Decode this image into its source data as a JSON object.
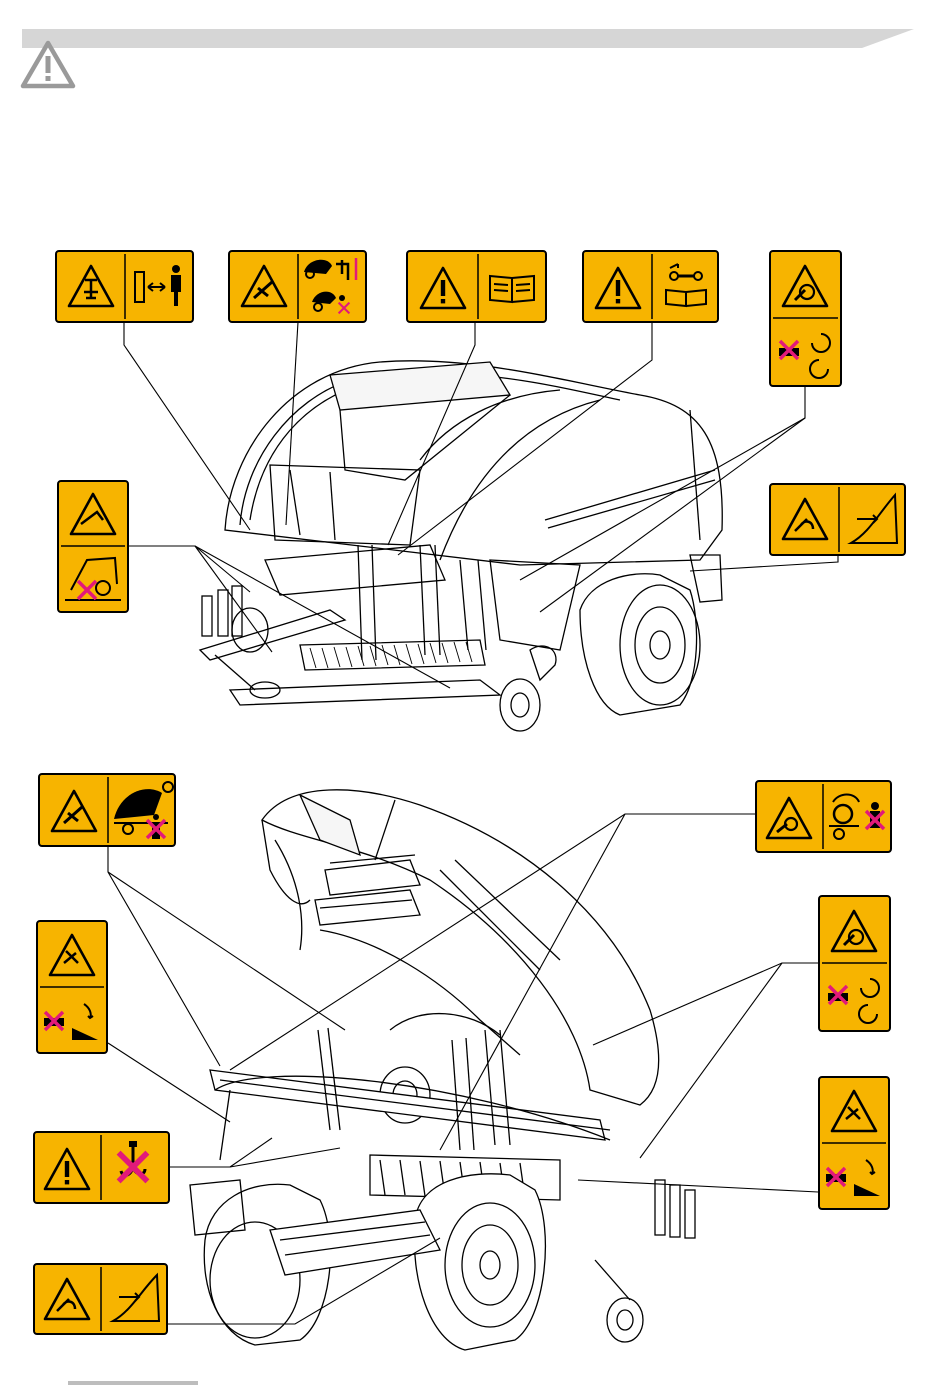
{
  "page": {
    "background": "#ffffff",
    "header_band_color": "#d6d6d6",
    "caution_icon": "warning-triangle-icon",
    "rule_color": "#bdbdbd"
  },
  "decal_style": {
    "yellow": "#f7b400",
    "border": "#000000"
  },
  "top_view": {
    "machine": "round-baler-closed-front-view",
    "decals": [
      {
        "id": "t1",
        "icons": [
          "crush-hazard-icon",
          "keep-distance-icon"
        ],
        "layout": "horizontal"
      },
      {
        "id": "t2",
        "icons": [
          "crush-hazard-icon",
          "lock-tailgate-icon"
        ],
        "layout": "horizontal"
      },
      {
        "id": "t3",
        "icons": [
          "warning-icon",
          "read-manual-icon"
        ],
        "layout": "horizontal"
      },
      {
        "id": "t4",
        "icons": [
          "warning-icon",
          "service-manual-icon"
        ],
        "layout": "horizontal"
      },
      {
        "id": "t5",
        "icons": [
          "entanglement-hazard-icon",
          "rotating-parts-icon"
        ],
        "layout": "vertical"
      },
      {
        "id": "t6",
        "icons": [
          "entanglement-hazard-icon",
          "pickup-hazard-icon"
        ],
        "layout": "vertical"
      },
      {
        "id": "t7",
        "icons": [
          "entanglement-hazard-icon",
          "shield-guard-icon"
        ],
        "layout": "horizontal"
      }
    ]
  },
  "bottom_view": {
    "machine": "round-baler-open-tailgate-rear-view",
    "decals": [
      {
        "id": "b1",
        "icons": [
          "crush-hazard-icon",
          "tailgate-lock-icon"
        ],
        "layout": "horizontal"
      },
      {
        "id": "b2",
        "icons": [
          "entanglement-hazard-icon",
          "roller-hazard-icon"
        ],
        "layout": "horizontal"
      },
      {
        "id": "b3",
        "icons": [
          "cut-hazard-icon",
          "no-hands-icon"
        ],
        "layout": "vertical"
      },
      {
        "id": "b4",
        "icons": [
          "entanglement-hazard-icon",
          "rotating-parts-icon"
        ],
        "layout": "vertical"
      },
      {
        "id": "b5",
        "icons": [
          "cut-hazard-icon",
          "no-hands-icon"
        ],
        "layout": "vertical"
      },
      {
        "id": "b6",
        "icons": [
          "warning-icon",
          "no-lifting-hook-icon"
        ],
        "layout": "horizontal"
      },
      {
        "id": "b7",
        "icons": [
          "entanglement-hazard-icon",
          "shield-guard-icon"
        ],
        "layout": "horizontal"
      }
    ]
  }
}
